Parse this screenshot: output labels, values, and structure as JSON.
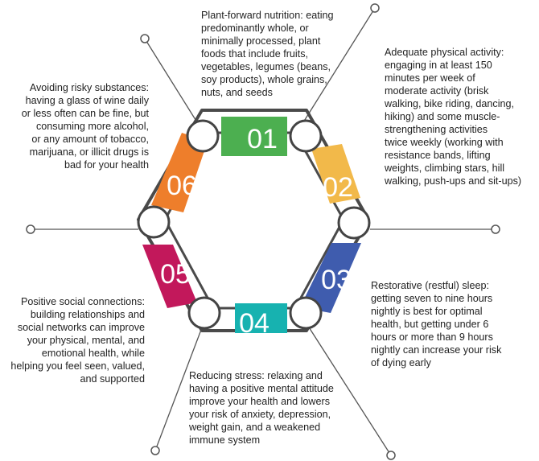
{
  "colors": {
    "green": "#4caf50",
    "yellow": "#f2b94a",
    "blue": "#3f5cae",
    "teal": "#17b2b0",
    "magenta": "#c2185b",
    "orange": "#ee7e2b",
    "line": "#555555"
  },
  "segments": [
    {
      "number": "01",
      "color": "green",
      "lines": [
        "Plant-forward nutrition: eating",
        "predominantly whole, or",
        "minimally processed, plant",
        "foods that include fruits,",
        "vegetables, legumes (beans,",
        "soy products), whole grains,",
        "nuts, and seeds"
      ]
    },
    {
      "number": "02",
      "color": "yellow",
      "lines": [
        "Adequate physical activity:",
        "engaging in at least 150",
        "minutes per week of",
        "moderate activity (brisk",
        "walking, bike riding, dancing,",
        "hiking) and some muscle-",
        "strengthening activities",
        "twice weekly (working with",
        "resistance bands, lifting",
        "weights, climbing stars, hill",
        "walking, push-ups and sit-ups)"
      ]
    },
    {
      "number": "03",
      "color": "blue",
      "lines": [
        "Restorative (restful) sleep:",
        "getting seven to nine hours",
        "nightly is best for optimal",
        "health, but getting under 6",
        "hours or more than 9 hours",
        "nightly can increase your risk",
        "of dying early"
      ]
    },
    {
      "number": "04",
      "color": "teal",
      "lines": [
        "Reducing stress: relaxing and",
        "having a positive mental attitude",
        "improve your health and lowers",
        "your risk of anxiety, depression,",
        "weight gain, and a weakened",
        "immune system"
      ]
    },
    {
      "number": "05",
      "color": "magenta",
      "lines": [
        "Positive social connections:",
        "building relationships and",
        "social networks can improve",
        "your physical, mental, and",
        "emotional health, while",
        "helping you feel seen, valued,",
        "and supported"
      ]
    },
    {
      "number": "06",
      "color": "orange",
      "lines": [
        "Avoiding risky substances:",
        "having a glass of wine daily",
        "or less often can be fine, but",
        "consuming more alcohol,",
        "or any amount of tobacco,",
        "marijuana, or illicit drugs is",
        "bad for your health"
      ]
    }
  ]
}
